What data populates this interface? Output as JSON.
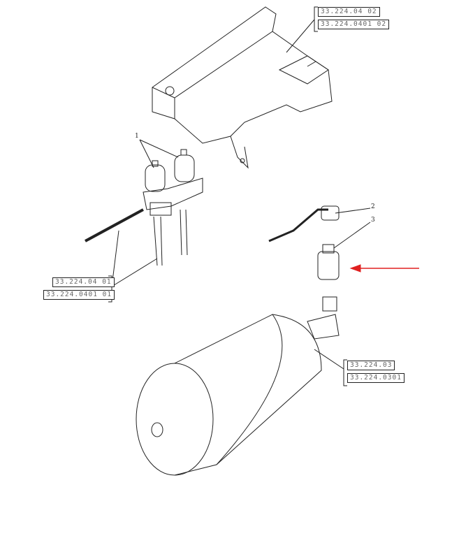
{
  "references": {
    "bracket_top": [
      "33.224.04 02",
      "33.224.0401 02"
    ],
    "bracket_left": [
      "33.224.04 01",
      "33.224.0401 01"
    ],
    "bracket_right": [
      "33.224.03",
      "33.224.0301"
    ]
  },
  "callouts": [
    "1",
    "2",
    "3"
  ],
  "colors": {
    "line": "#222222",
    "arrow": "#e02020"
  }
}
